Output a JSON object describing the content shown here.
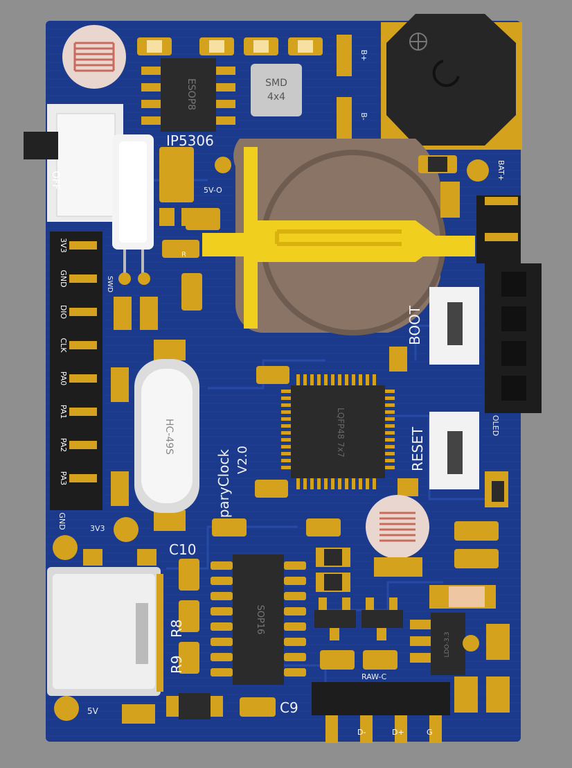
{
  "colors": {
    "background": "#8f8f8f",
    "board": "#1c3a8c",
    "copper": "#d4a21c",
    "chip": "#2b2b2b",
    "silkscreen": "#f2f2f2",
    "cell_holder": "#8a7466",
    "cell_spring": "#f0cf1f"
  },
  "board": {
    "chips": {
      "esop8": "ESOP8",
      "smd_inductor_line1": "SMD",
      "smd_inductor_line2": "4x4",
      "mcu": "LQFP48 7x7",
      "sop16": "SOP16",
      "crystal": "HC-49S",
      "ldo": "LDO-3.3"
    },
    "labels": {
      "ip5306": "IP5306",
      "b_plus": "B+",
      "b_minus": "B-",
      "bat_plus": "BAT+",
      "five_v_out": "5V-O",
      "off": "OFF",
      "swd": "SWD",
      "boot": "BOOT",
      "reset": "RESET",
      "oled": "OLED",
      "gnd": "GND",
      "three_v3": "3V3",
      "five_v": "5V",
      "c10": "C10",
      "c9": "C9",
      "r8": "R8",
      "r9": "R9",
      "raw_c": "RAW-C",
      "r": "R",
      "brand": "SparyClock",
      "version": "V2.0"
    },
    "header_left_pins": [
      "3V3",
      "GND",
      "DIO",
      "CLK",
      "PA0",
      "PA1",
      "PA2",
      "PA3"
    ],
    "header_bottom_pins": [
      "D-",
      "D+",
      "G"
    ]
  }
}
